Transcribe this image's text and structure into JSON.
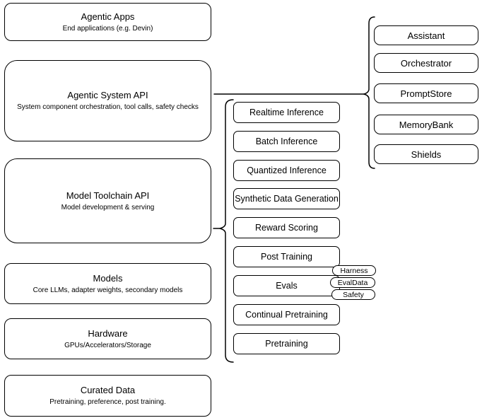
{
  "diagram": {
    "colors": {
      "stroke": "#000000",
      "fill": "#ffffff",
      "background": "#ffffff"
    },
    "layers": [
      {
        "title": "Agentic Apps",
        "subtitle": "End applications (e.g. Devin)"
      },
      {
        "title": "Agentic System API",
        "subtitle": "System component orchestration, tool calls, safety checks"
      },
      {
        "title": "Model Toolchain API",
        "subtitle": "Model development & serving"
      },
      {
        "title": "Models",
        "subtitle": "Core LLMs, adapter weights, secondary models"
      },
      {
        "title": "Hardware",
        "subtitle": "GPUs/Accelerators/Storage"
      },
      {
        "title": "Curated Data",
        "subtitle": "Pretraining, preference, post training."
      }
    ],
    "toolchain": {
      "services": [
        "Realtime Inference",
        "Batch Inference",
        "Quantized Inference",
        "Synthetic Data Generation",
        "Reward Scoring",
        "Post Training",
        "Evals",
        "Continual Pretraining",
        "Pretraining"
      ],
      "eval_tags": [
        "Harness",
        "EvalData",
        "Safety"
      ]
    },
    "system_components": [
      "Assistant",
      "Orchestrator",
      "PromptStore",
      "MemoryBank",
      "Shields"
    ]
  }
}
